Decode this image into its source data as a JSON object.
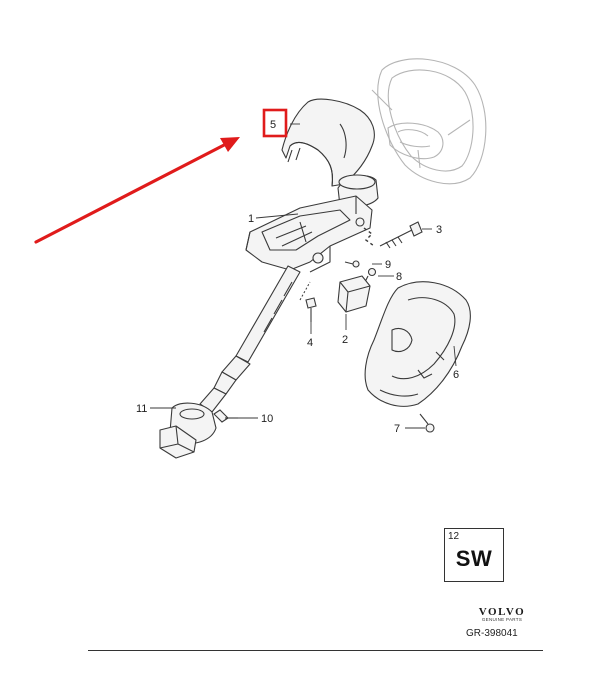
{
  "callouts": {
    "c1": "1",
    "c2": "2",
    "c3": "3",
    "c4": "4",
    "c5": "5",
    "c6": "6",
    "c7": "7",
    "c8": "8",
    "c9": "9",
    "c10": "10",
    "c11": "11"
  },
  "legend": {
    "number": "12",
    "code": "SW"
  },
  "brand": {
    "name": "VOLVO",
    "subtitle": "GENUINE PARTS"
  },
  "reference": "GR-398041",
  "colors": {
    "highlight": "#e01b1b",
    "line": "#3a3a3a",
    "part_fill": "#f4f4f4",
    "background": "#ffffff"
  }
}
